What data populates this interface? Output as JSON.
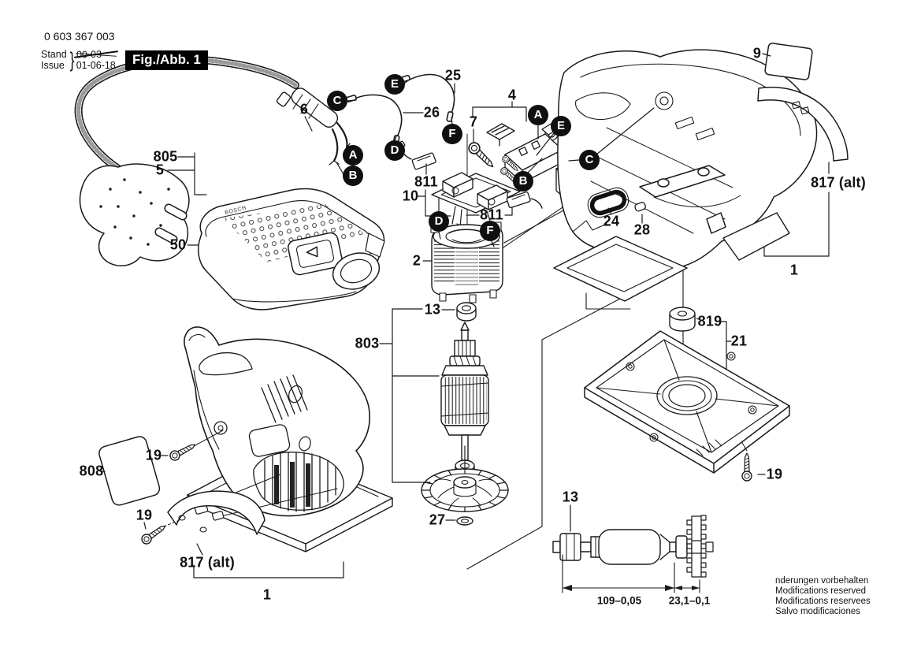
{
  "meta": {
    "part_number": "0 603 367 003",
    "stand_label": "Stand",
    "issue_label": "Issue",
    "brace": "}",
    "old_date": "00-03",
    "issue_date": "01-06-18",
    "figure_label": "Fig./Abb. 1"
  },
  "drawing": {
    "brand": "BOSCH"
  },
  "callouts": {
    "n805": "805",
    "n5": "5",
    "n6": "6",
    "n25": "25",
    "n26": "26",
    "n7": "7",
    "n4": "4",
    "n811_left": "811",
    "n10": "10",
    "n811_right": "811",
    "n2": "2",
    "n13_top": "13",
    "n803": "803",
    "n27": "27",
    "n50": "50",
    "n9": "9",
    "n817_right": "817 (alt)",
    "n1_right": "1",
    "n24": "24",
    "n28": "28",
    "n819": "819",
    "n21": "21",
    "n19_right": "19",
    "n19_upper": "19",
    "n19_lower": "19",
    "n808": "808",
    "n817_bottom": "817 (alt)",
    "n1_bottom": "1",
    "n13_inset": "13"
  },
  "connectors": {
    "a_left": "A",
    "b_left": "B",
    "c_left": "C",
    "d_left": "D",
    "e_left": "E",
    "f_left": "F",
    "a_right": "A",
    "b_right": "B",
    "c_right": "C",
    "e_right": "E",
    "d_mid": "D",
    "f_mid": "F"
  },
  "dimensions": {
    "main": "109–0,05",
    "end": "23,1–0,1"
  },
  "footer": {
    "line1": "nderungen vorbehalten",
    "line2": "Modifications reserved",
    "line3": "Modifications reservees",
    "line4": "Salvo modificaciones"
  }
}
